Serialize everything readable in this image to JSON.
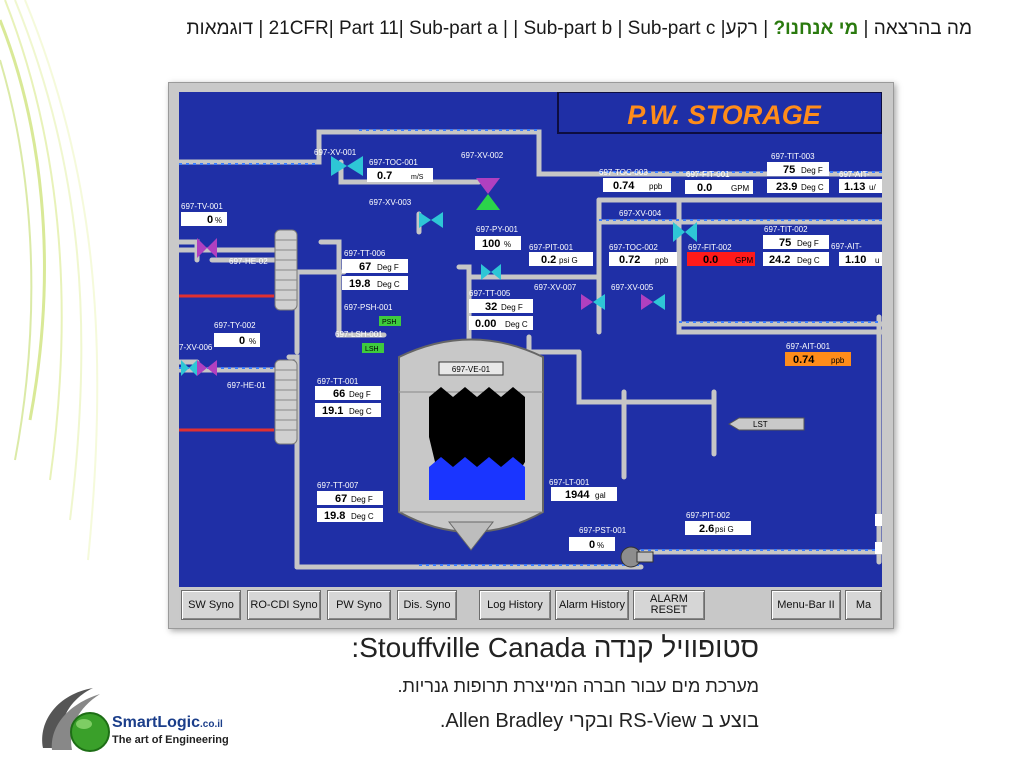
{
  "header": {
    "nav_part1": "מה בהרצאה | ",
    "nav_highlight": "מי אנחנו?",
    "nav_part2": " | רקע| 21CFR| Part 11| Sub-part a |  | Sub-part b | Sub-part c | דוגמאות"
  },
  "hmi": {
    "title": "P.W. STORAGE",
    "tags": {
      "xv001": "697-XV-001",
      "toc001": "697-TOC-001",
      "xv002": "697-XV-002",
      "xv003": "697-XV-003",
      "toc003": "697-TOC-003",
      "fit001": "697-FIT-001",
      "tit003": "697-TIT-003",
      "ait_top": "697-AIT-",
      "tv001": "697-TV-001",
      "he02": "697-HE-02",
      "tt006": "697-TT-006",
      "py001": "697-PY-001",
      "xv004": "697-XV-004",
      "tit002": "697-TIT-002",
      "ait_mid": "697-AIT-",
      "pit001": "697-PIT-001",
      "toc002": "697-TOC-002",
      "fit002": "697-FIT-002",
      "psh001": "697-PSH-001",
      "tt005": "697-TT-005",
      "xv007": "697-XV-007",
      "xv005": "697-XV-005",
      "lsh001": "697-LSH-001",
      "ty002": "697-TY-002",
      "xv006": "7-XV-006",
      "he01": "697-HE-01",
      "tt001": "697-TT-001",
      "ve01": "697-VE-01",
      "ait001": "697-AIT-001",
      "lst": "LST",
      "tt007": "697-TT-007",
      "lt001": "697-LT-001",
      "pit002": "697-PIT-002",
      "pst001": "697-PST-001"
    },
    "values": {
      "toc001": {
        "v": "0.7",
        "u": "m/S"
      },
      "toc003": {
        "v": "0.74",
        "u": "ppb"
      },
      "fit001": {
        "v": "0.0",
        "u": "GPM"
      },
      "tit003": {
        "v": "75",
        "u": "Deg F"
      },
      "tit003c": {
        "v": "23.9",
        "u": "Deg C"
      },
      "ait_top": {
        "v": "1.13",
        "u": "u/"
      },
      "tv001": {
        "v": "0",
        "u": "%"
      },
      "tt006": {
        "v": "67",
        "u": "Deg F"
      },
      "tt006c": {
        "v": "19.8",
        "u": "Deg C"
      },
      "py001": {
        "v": "100",
        "u": "%"
      },
      "tit002": {
        "v": "75",
        "u": "Deg F"
      },
      "tit002c": {
        "v": "24.2",
        "u": "Deg C"
      },
      "ait_mid": {
        "v": "1.10",
        "u": "u"
      },
      "pit001": {
        "v": "0.2",
        "u": "psi G"
      },
      "toc002": {
        "v": "0.72",
        "u": "ppb"
      },
      "fit002": {
        "v": "0.0",
        "u": "GPM"
      },
      "tt005": {
        "v": "32",
        "u": "Deg F"
      },
      "tt005c": {
        "v": "0.00",
        "u": "Deg C"
      },
      "ty002": {
        "v": "0",
        "u": "%"
      },
      "tt001": {
        "v": "66",
        "u": "Deg F"
      },
      "tt001c": {
        "v": "19.1",
        "u": "Deg C"
      },
      "ait001": {
        "v": "0.74",
        "u": "ppb"
      },
      "tt007": {
        "v": "67",
        "u": "Deg F"
      },
      "tt007c": {
        "v": "19.8",
        "u": "Deg C"
      },
      "lt001": {
        "v": "1944",
        "u": "gal"
      },
      "pit002": {
        "v": "2.6",
        "u": "psi G"
      },
      "pst001": {
        "v": "0",
        "u": "%"
      }
    },
    "psh_indicator": "PSH",
    "lsh_indicator": "LSH",
    "buttons": [
      "SW Syno",
      "RO-CDI Syno",
      "PW Syno",
      "Dis. Syno",
      "Log History",
      "Alarm History",
      "ALARM RESET",
      "Menu-Bar II",
      "Ma"
    ],
    "colors": {
      "background": "#1f2fa6",
      "pipe": "#c6c6c6",
      "alarm": "#ff1a1a",
      "warning": "#ff8c1a",
      "indicator_green": "#3ecb3e",
      "water": "#1a35ff"
    }
  },
  "caption": {
    "line1": "סטופוויל קנדה  Stouffville Canada:",
    "line2": "מערכת מים עבור חברה המייצרת תרופות גנריות.",
    "line3": "בוצע ב RS-View ובקרי Allen Bradley."
  },
  "logo": {
    "name_main": "SmartLogic",
    "name_suffix": ".co.il",
    "tagline": "The art of Engineering"
  }
}
